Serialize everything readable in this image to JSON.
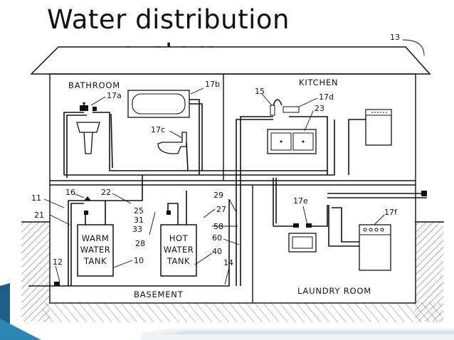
{
  "title": {
    "line1": "Water distribution",
    "line2": "system"
  },
  "rooms": {
    "bathroom": "BATHROOM",
    "kitchen": "KITCHEN",
    "basement": "BASEMENT",
    "laundry": "LAUNDRY ROOM"
  },
  "tanks": {
    "warm": [
      "WARM",
      "WATER",
      "TANK"
    ],
    "hot": [
      "HOT",
      "WATER",
      "TANK"
    ]
  },
  "callouts": {
    "n13": "13",
    "n17a": "17a",
    "n17b": "17b",
    "n17c": "17c",
    "n15": "15",
    "n17d": "17d",
    "n23": "23",
    "n11": "11",
    "n16": "16",
    "n22": "22",
    "n21": "21",
    "n25": "25",
    "n31": "31",
    "n33": "33",
    "n28": "28",
    "n29": "29",
    "n27": "27",
    "n58": "58",
    "n60": "60",
    "n40": "40",
    "n10": "10",
    "n14": "14",
    "n12": "12",
    "n17e": "17e",
    "n17f": "17f"
  },
  "colors": {
    "accent_bar": "#1f5f86",
    "accent_light": "#2e86b5",
    "ink": "#111111",
    "ground_hatch": "#222222"
  }
}
